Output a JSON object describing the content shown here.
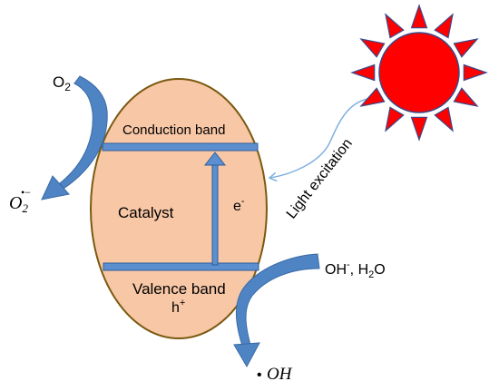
{
  "labels": {
    "o2": "O",
    "o2_sub": "2",
    "superoxide": "O",
    "superoxide_sub": "2",
    "superoxide_sup": "•−",
    "conduction_band": "Conduction band",
    "catalyst": "Catalyst",
    "electron": "e",
    "electron_sup": "-",
    "valence_band": "Valence band",
    "hole": "h",
    "hole_sup": "+",
    "light_excitation": "Light excitation",
    "hydroxide": "OH",
    "hydroxide_sup": "-",
    "water": ", H",
    "water_sub": "2",
    "water_o": "O",
    "radical_dot": "•",
    "radical": "OH"
  },
  "colors": {
    "catalyst_fill": "#F8C7A6",
    "catalyst_stroke": "#7A5A10",
    "band_fill": "#5B8FCF",
    "band_stroke": "#2E5E99",
    "arrow_blue": "#4F84C4",
    "sun_body": "#FF0000",
    "sun_stroke": "#3A4A8A",
    "light_arrow": "#7FB0E0"
  }
}
